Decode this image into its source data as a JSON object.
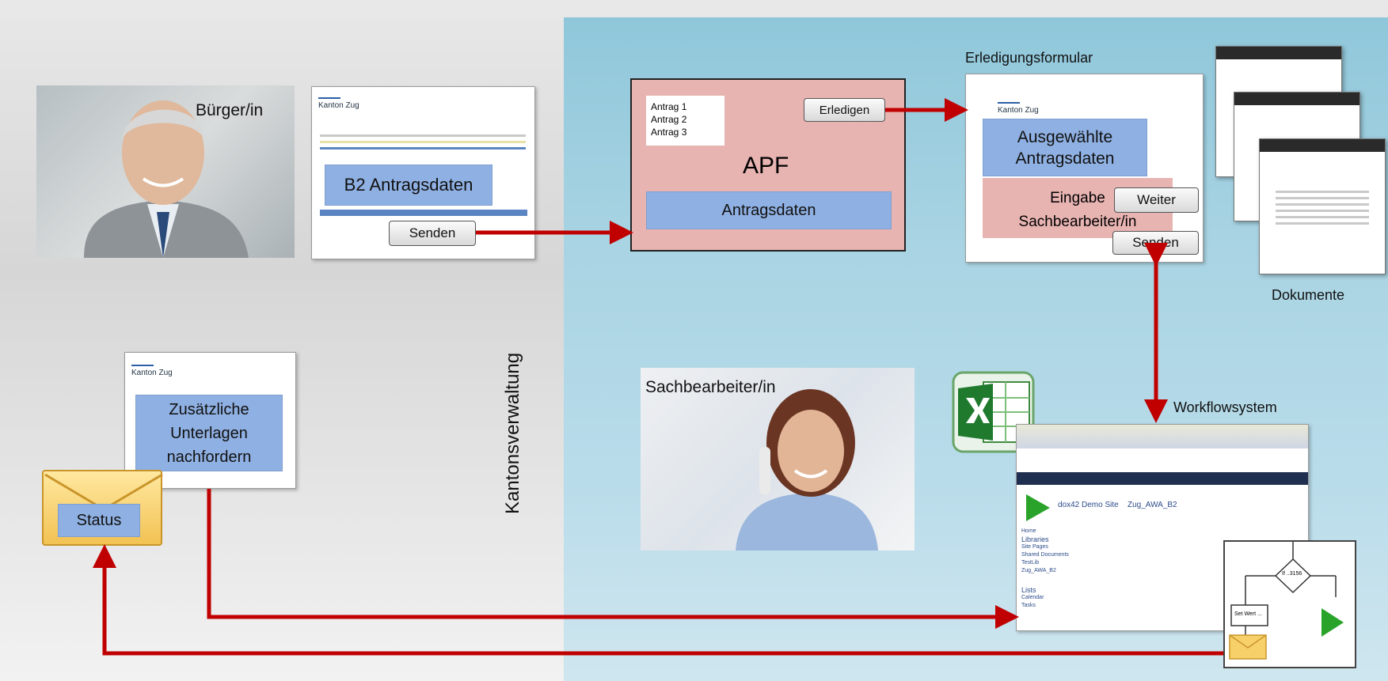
{
  "labels": {
    "buerger": "Bürger/in",
    "kantonsverwaltung": "Kantonsverwaltung",
    "sachbearbeiter": "Sachbearbeiter/in",
    "erledigungsformular": "Erledigungsformular",
    "dokumente": "Dokumente",
    "workflowsystem": "Workflowsystem"
  },
  "citizen_form": {
    "header": "Kanton Zug",
    "antragsdaten": "B2 Antragsdaten",
    "senden": "Senden"
  },
  "apf": {
    "title": "APF",
    "list": [
      "Antrag 1",
      "Antrag 2",
      "Antrag 3"
    ],
    "erledigen": "Erledigen",
    "antragsdaten": "Antragsdaten"
  },
  "erledigung": {
    "header": "Kanton Zug",
    "ausgewaehlte": "Ausgewählte Antragsdaten",
    "eingabe": "Eingabe Sachbearbeiter/in",
    "weiter": "Weiter",
    "senden": "Senden"
  },
  "request_form": {
    "header": "Kanton Zug",
    "text": "Zusätzliche Unterlagen nachfordern"
  },
  "status": {
    "label": "Status"
  },
  "workflow": {
    "site_title": "dox42 Demo Site",
    "breadcrumb": "Zug_AWA_B2",
    "sidebar": [
      "Home",
      "Libraries",
      "Site Pages",
      "Shared Documents",
      "TestLib",
      "Zug_AWA_B2",
      "Lists",
      "Calendar",
      "Tasks"
    ],
    "flow_node": "Set Wert ...",
    "flow_condition": "If ..3156"
  },
  "colors": {
    "arrow": "#c00000",
    "blue": "#8fb0e2",
    "pink": "#e8b4b2"
  }
}
